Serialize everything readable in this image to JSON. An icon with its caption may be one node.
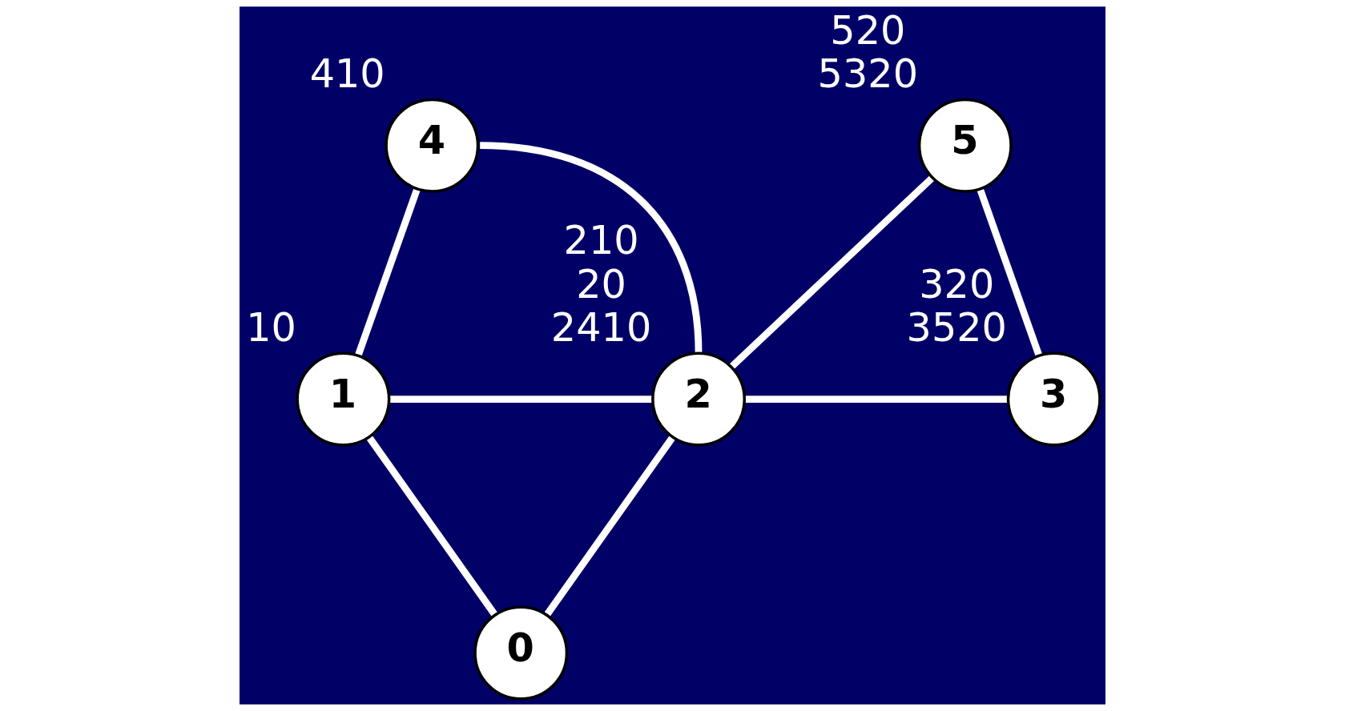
{
  "diagram": {
    "nodes": [
      {
        "text": [
          "4"
        ],
        "beside": [
          "410"
        ]
      },
      {
        "text": [
          "5"
        ],
        "beside": [
          "520",
          "5320"
        ]
      },
      {
        "text": [
          "1"
        ],
        "beside": [
          "10"
        ]
      },
      {
        "text": [
          "2"
        ],
        "beside": [
          "210",
          "20",
          "2410"
        ]
      },
      {
        "text": [
          "3"
        ],
        "beside": [
          "320",
          "3520"
        ]
      },
      {
        "text": [
          "0"
        ]
      }
    ],
    "edges": [
      {
        "from": 0,
        "to": 2,
        "arrow": "none"
      },
      {
        "from": 0,
        "to": 3,
        "arrow": "none"
      },
      {
        "from": 1,
        "to": 3,
        "arrow": "none"
      },
      {
        "from": 1,
        "to": 4,
        "arrow": "none"
      },
      {
        "from": 2,
        "to": 3,
        "arrow": "none"
      },
      {
        "from": 3,
        "to": 4,
        "arrow": "none"
      },
      {
        "from": 2,
        "to": 5,
        "arrow": "none"
      },
      {
        "from": 3,
        "to": 5,
        "arrow": "none"
      }
    ]
  }
}
